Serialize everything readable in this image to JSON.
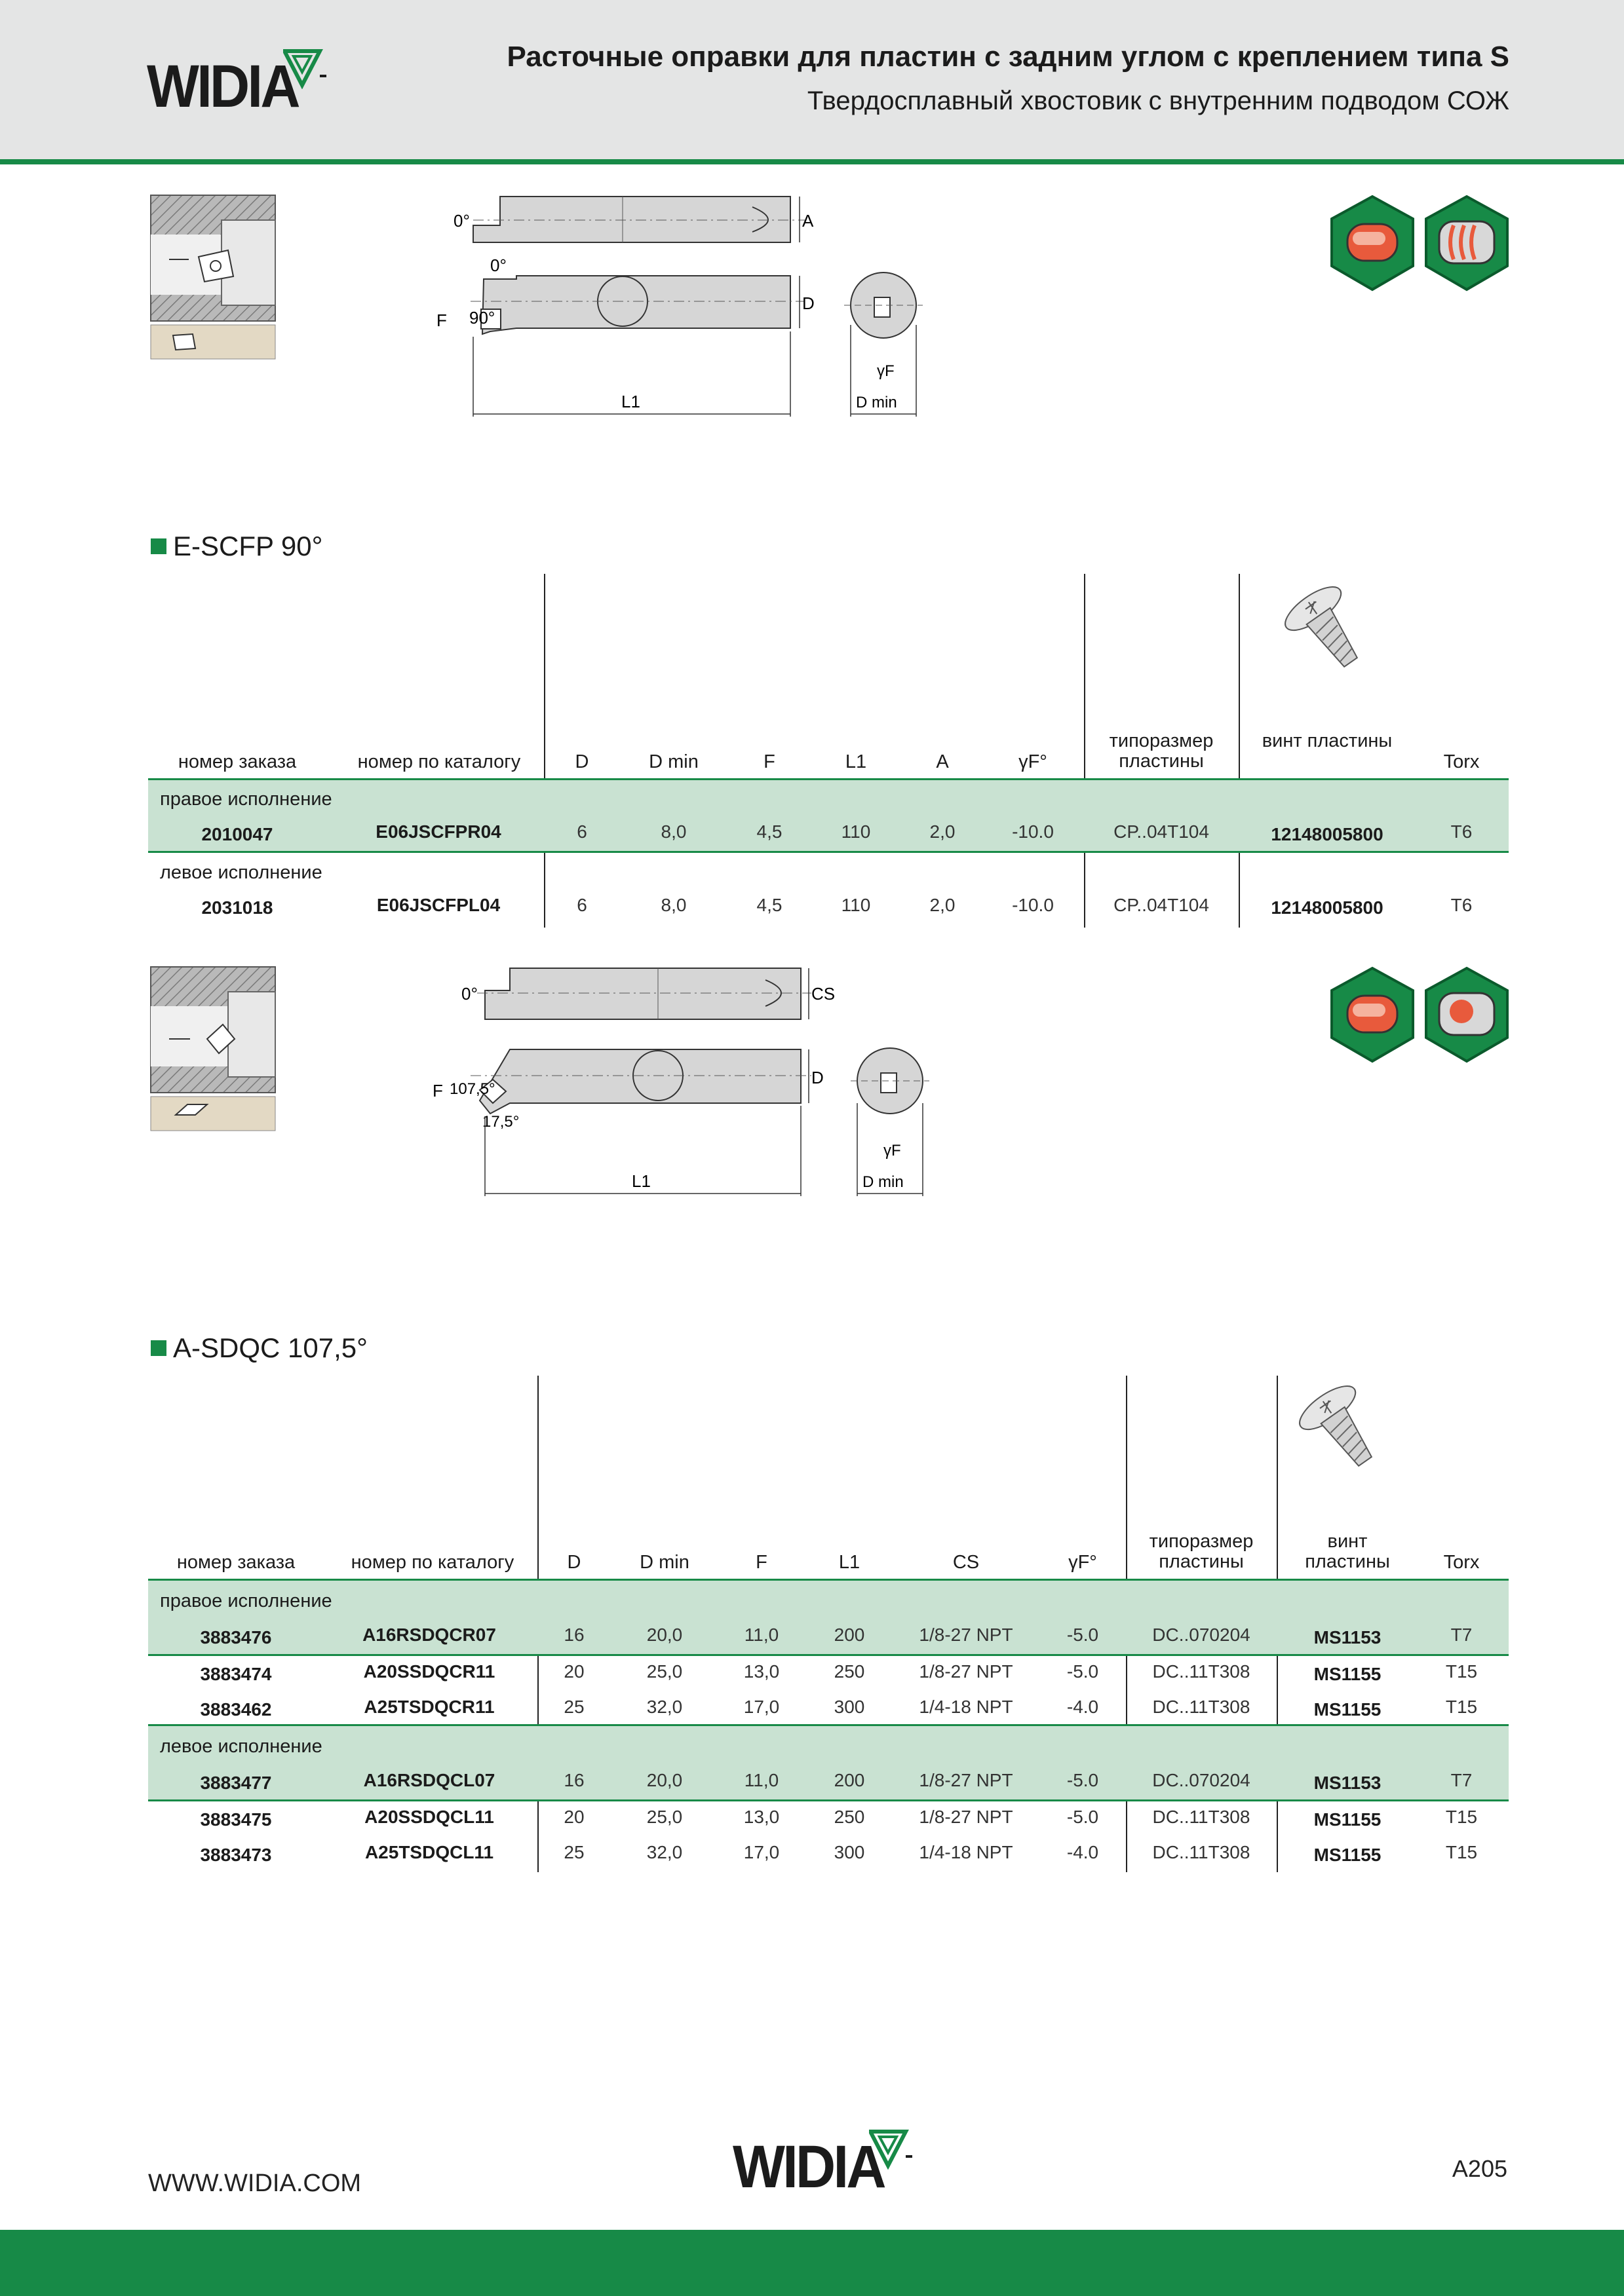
{
  "header": {
    "brand": "WIDIA",
    "title": "Расточные оправки для пластин с задним углом с креплением типа S",
    "subtitle": "Твердосплавный хвостовик с внутренним подводом СОЖ"
  },
  "colors": {
    "green": "#178a47",
    "band": "#c9e2d2",
    "header_gray": "#e4e5e5"
  },
  "drawing1": {
    "angle_top": "0°",
    "angle_mid": "0°",
    "angle_side": "90°",
    "label_f": "F",
    "label_a": "A",
    "label_d": "D",
    "label_l1": "L1",
    "label_gf": "γF",
    "label_dmin": "D min"
  },
  "drawing2": {
    "angle_top": "0°",
    "angle_side": "107,5°",
    "angle_low": "17,5°",
    "label_f": "F",
    "label_cs": "CS",
    "label_d": "D",
    "label_l1": "L1",
    "label_gf": "γF",
    "label_dmin": "D min"
  },
  "section1": {
    "title": "E-SCFP 90°",
    "headers": [
      "номер заказа",
      "номер по каталогу",
      "D",
      "D min",
      "F",
      "L1",
      "A",
      "γF°",
      "типоразмер пластины",
      "винт пластины",
      "Torx"
    ],
    "groups": [
      {
        "label": "правое исполнение",
        "rows": [
          [
            "2010047",
            "E06JSCFPR04",
            "6",
            "8,0",
            "4,5",
            "110",
            "2,0",
            "-10.0",
            "CP..04T104",
            "12148005800",
            "T6"
          ]
        ]
      },
      {
        "label": "левое исполнение",
        "rows": [
          [
            "2031018",
            "E06JSCFPL04",
            "6",
            "8,0",
            "4,5",
            "110",
            "2,0",
            "-10.0",
            "CP..04T104",
            "12148005800",
            "T6"
          ]
        ]
      }
    ]
  },
  "section2": {
    "title": "A-SDQC 107,5°",
    "headers": [
      "номер заказа",
      "номер по каталогу",
      "D",
      "D min",
      "F",
      "L1",
      "CS",
      "γF°",
      "типоразмер пластины",
      "винт пластины",
      "Torx"
    ],
    "groups": [
      {
        "label": "правое исполнение",
        "rows": [
          [
            "3883476",
            "A16RSDQCR07",
            "16",
            "20,0",
            "11,0",
            "200",
            "1/8-27 NPT",
            "-5.0",
            "DC..070204",
            "MS1153",
            "T7"
          ],
          [
            "3883474",
            "A20SSDQCR11",
            "20",
            "25,0",
            "13,0",
            "250",
            "1/8-27 NPT",
            "-5.0",
            "DC..11T308",
            "MS1155",
            "T15"
          ],
          [
            "3883462",
            "A25TSDQCR11",
            "25",
            "32,0",
            "17,0",
            "300",
            "1/4-18 NPT",
            "-4.0",
            "DC..11T308",
            "MS1155",
            "T15"
          ]
        ]
      },
      {
        "label": "левое исполнение",
        "rows": [
          [
            "3883477",
            "A16RSDQCL07",
            "16",
            "20,0",
            "11,0",
            "200",
            "1/8-27 NPT",
            "-5.0",
            "DC..070204",
            "MS1153",
            "T7"
          ],
          [
            "3883475",
            "A20SSDQCL11",
            "20",
            "25,0",
            "13,0",
            "250",
            "1/8-27 NPT",
            "-5.0",
            "DC..11T308",
            "MS1155",
            "T15"
          ],
          [
            "3883473",
            "A25TSDQCL11",
            "25",
            "32,0",
            "17,0",
            "300",
            "1/4-18 NPT",
            "-4.0",
            "DC..11T308",
            "MS1155",
            "T15"
          ]
        ]
      }
    ]
  },
  "footer": {
    "url": "WWW.WIDIA.COM",
    "brand": "WIDIA",
    "page": "A205"
  }
}
